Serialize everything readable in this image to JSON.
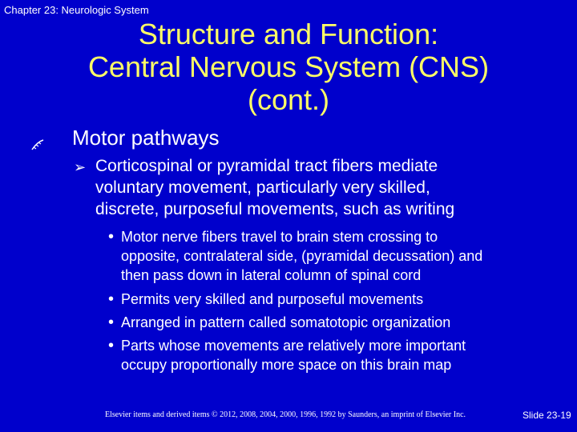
{
  "header": {
    "chapter": "Chapter 23: Neurologic System"
  },
  "title": {
    "line1": "Structure and Function:",
    "line2": "Central Nervous System (CNS)",
    "line3": "(cont.)"
  },
  "bullet": {
    "icon": "feather-bullet-icon",
    "text": "Motor pathways",
    "sub": {
      "icon": "arrow-bullet-icon",
      "lines": [
        "Corticospinal or pyramidal tract fibers mediate",
        "voluntary movement, particularly very skilled,",
        "discrete, purposeful movements, such as writing"
      ],
      "items": [
        {
          "lines": [
            "Motor nerve fibers travel to brain stem crossing to",
            "opposite, contralateral side, (pyramidal decussation) and",
            "then pass down in lateral column of spinal cord"
          ]
        },
        {
          "lines": [
            "Permits very skilled and purposeful movements"
          ]
        },
        {
          "lines": [
            "Arranged in pattern called somatotopic organization"
          ]
        },
        {
          "lines": [
            "Parts whose movements are relatively more important",
            "occupy proportionally more space on this brain map"
          ]
        }
      ]
    }
  },
  "footer": {
    "copyright": "Elsevier items and derived items © 2012, 2008, 2004, 2000, 1996, 1992 by Saunders, an imprint of Elsevier Inc.",
    "slide_number": "Slide 23-19"
  },
  "colors": {
    "background": "#0000cc",
    "title": "#ffff66",
    "text": "#ffffff"
  }
}
